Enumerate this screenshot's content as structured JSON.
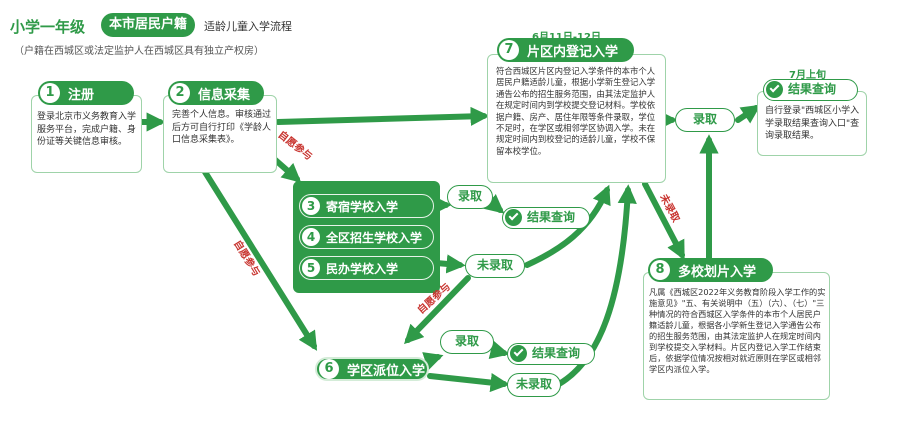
{
  "header": {
    "title": "小学一年级",
    "badge": "本市居民户籍",
    "subtitle": "适龄儿童入学流程",
    "note": "（户籍在西城区或法定监护人在西城区具有独立产权房）"
  },
  "steps": {
    "s1": {
      "num": "1",
      "title": "注册",
      "body": "登录北京市义务教育入学服务平台，完成户籍、身份证等关键信息审核。"
    },
    "s2": {
      "num": "2",
      "title": "信息采集",
      "body": "完善个人信息。审核通过后方可自行打印《学龄人口信息采集表》。"
    },
    "s7": {
      "num": "7",
      "title": "片区内登记入学",
      "date": "6月11日-12日",
      "body": "符合西城区片区内登记入学条件的本市个人居民户籍适龄儿童，根据小学新生登记入学通告公布的招生服务范围，由其法定监护人在规定时间内到学校提交登记材料。学校依据户籍、房产、居住年限等条件录取，学位不足时，在学区或相邻学区协调入学。未在规定时间内到校登记的适龄儿童，学校不保留本校学位。"
    },
    "result_top": {
      "title": "结果查询",
      "date": "7月上旬",
      "body": "自行登录\"西城区小学入学录取结果查询入口\"查询录取结果。"
    },
    "s8": {
      "num": "8",
      "title": "多校划片入学",
      "body": "凡属《西城区2022年义务教育阶段入学工作的实施意见》\"五、有关说明中（五）（六）、（七）\"三种情况的符合西城区入学条件的本市个人居民户籍适龄儿童，根据各小学新生登记入学通告公布的招生服务范围，由其法定监护人在规定时间内到学校提交入学材料。片区内登记入学工作结束后，依据学位情况按相对就近原则在学区或相邻学区内派位入学。"
    },
    "s6": {
      "num": "6",
      "title": "学区派位入学"
    }
  },
  "options": [
    {
      "num": "3",
      "label": "寄宿学校入学"
    },
    {
      "num": "4",
      "label": "全区招生学校入学"
    },
    {
      "num": "5",
      "label": "民办学校入学"
    }
  ],
  "labels": {
    "admitted": "录取",
    "not_admitted": "未录取",
    "result_query": "结果查询",
    "voluntary": "自愿参与",
    "not_admitted_vertical": "未录取"
  },
  "colors": {
    "green": "#2f9a48",
    "light_green": "#9fd3a9",
    "red": "#c8342f"
  }
}
